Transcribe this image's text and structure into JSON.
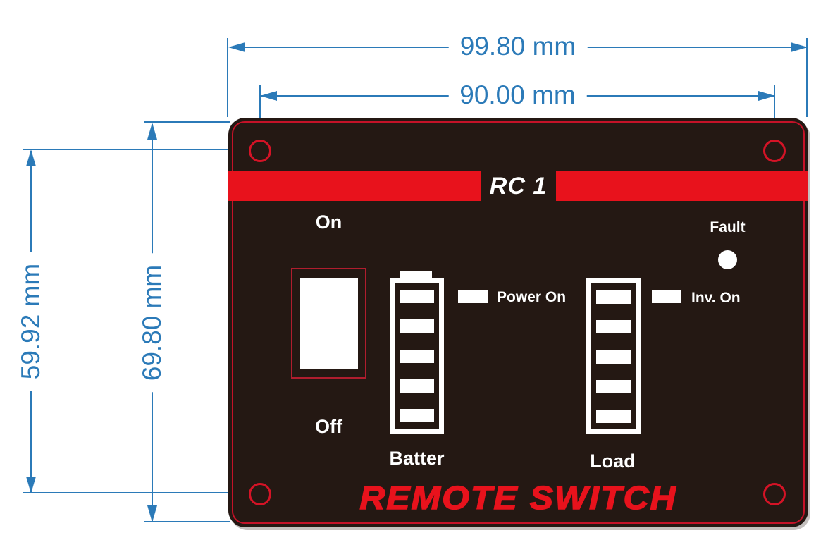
{
  "dimensions": {
    "outer_width": "99.80 mm",
    "hole_spacing_width": "90.00 mm",
    "hole_spacing_height": "59.92 mm",
    "outer_height": "69.80 mm"
  },
  "panel": {
    "model_label": "RC 1",
    "title": "REMOTE SWITCH",
    "switch": {
      "on_label": "On",
      "off_label": "Off"
    },
    "battery": {
      "label": "Batter",
      "segments": 5,
      "indicator_label": "Power On"
    },
    "load": {
      "label": "Load",
      "segments": 5,
      "indicator_label": "Inv. On"
    },
    "fault_label": "Fault"
  },
  "colors": {
    "dimension_blue": "#2b7ab8",
    "panel_bg": "#241813",
    "stripe_red": "#e8121c",
    "border_red": "#c41228",
    "hole_red": "#d41326",
    "switch_outline_red": "#b01d2e",
    "title_red": "#e8121c",
    "led_white": "#ffffff"
  }
}
